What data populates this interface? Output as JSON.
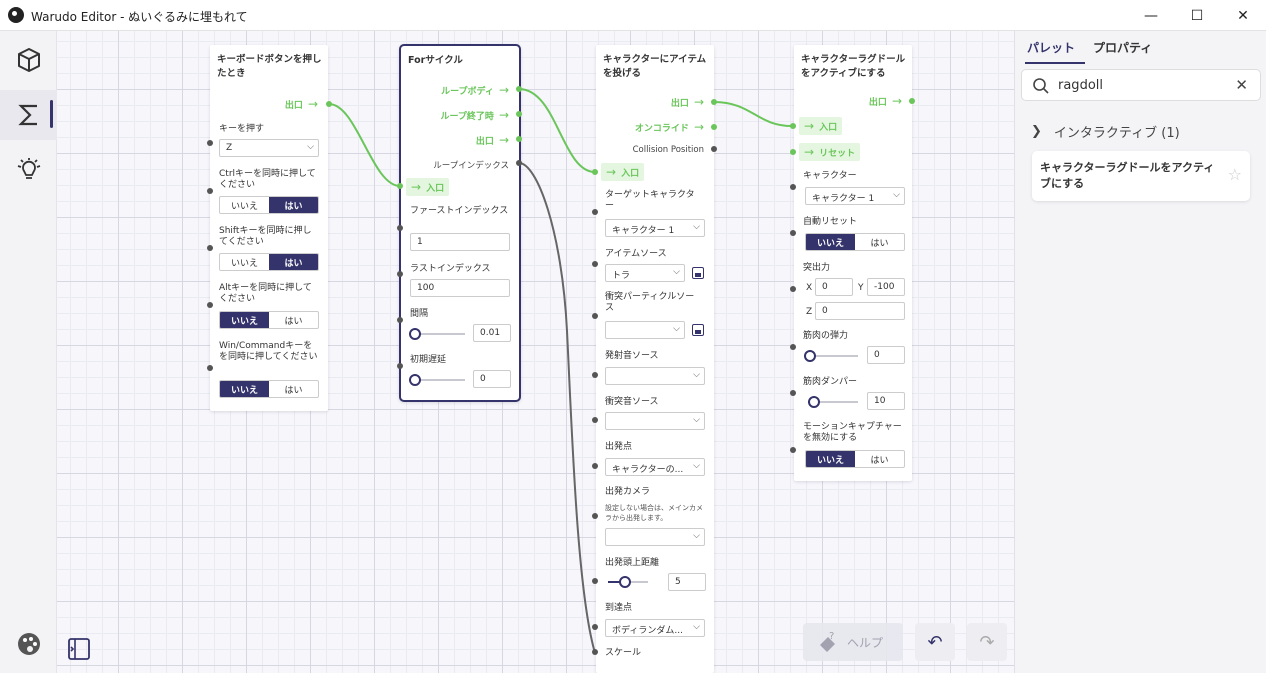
{
  "window": {
    "title": "Warudo Editor - ぬいぐるみに埋もれて",
    "minimize": "—",
    "maximize": "☐",
    "close": "✕"
  },
  "leftbar": {
    "items": [
      {
        "icon": "cube-icon"
      },
      {
        "icon": "sigma-icon",
        "active": true
      },
      {
        "icon": "lightbulb-icon"
      }
    ],
    "bottom": [
      {
        "icon": "palette-icon"
      },
      {
        "icon": "sidebar-toggle-icon"
      }
    ]
  },
  "nodes": {
    "keyboard": {
      "title": "キーボードボタンを押したとき",
      "out": "出口",
      "key_label": "キーを押す",
      "key_value": "Z",
      "ctrl_label": "Ctrlキーを同時に押してください",
      "shift_label": "Shiftキーを同時に押してください",
      "alt_label": "Altキーを同時に押してください",
      "win_label": "Win/Commandキーをを同時に押してください",
      "no": "いいえ",
      "yes": "はい"
    },
    "forloop": {
      "title": "Forサイクル",
      "loop_body": "ループボディ",
      "loop_end": "ループ終了時",
      "out": "出口",
      "loop_index": "ループインデックス",
      "in": "入口",
      "first_label": "ファーストインデックス",
      "first_value": "1",
      "last_label": "ラストインデックス",
      "last_value": "100",
      "interval_label": "間隔",
      "interval_value": "0.01",
      "delay_label": "初期遅延",
      "delay_value": "0"
    },
    "throw": {
      "title": "キャラクターにアイテムを投げる",
      "out": "出口",
      "on_collide": "オンコライド",
      "collision_pos": "Collision Position",
      "in": "入口",
      "target_label": "ターゲットキャラクター",
      "target_value": "キャラクター 1",
      "item_label": "アイテムソース",
      "item_value": "トラ",
      "particle_label": "衝突パーティクルソース",
      "launch_sound_label": "発射音ソース",
      "hit_sound_label": "衝突音ソース",
      "origin_label": "出発点",
      "origin_value": "キャラクターの...",
      "camera_label": "出発カメラ",
      "camera_note": "設定しない場合は、メインカメラから出発します。",
      "height_label": "出発頭上距離",
      "height_value": "5",
      "height_fraction": 0.42,
      "dest_label": "到達点",
      "dest_value": "ボディランダム...",
      "scale_label": "スケール"
    },
    "ragdoll": {
      "title": "キャラクターラグドールをアクティブにする",
      "out": "出口",
      "in": "入口",
      "reset": "リセット",
      "char_label": "キャラクター",
      "char_value": "キャラクター 1",
      "auto_reset_label": "自動リセット",
      "no": "いいえ",
      "yes": "はい",
      "force_label": "突出力",
      "fx_label": "X",
      "fx": "0",
      "fy_label": "Y",
      "fy": "-100",
      "fz_label": "Z",
      "fz": "0",
      "elastic_label": "筋肉の弾力",
      "elastic_value": "0",
      "damper_label": "筋肉ダンパー",
      "damper_value": "10",
      "mocap_label": "モーションキャプチャーを無効にする"
    }
  },
  "bottom": {
    "help": "ヘルプ",
    "undo": "↶",
    "redo": "↷"
  },
  "rightpanel": {
    "tab_palette": "パレット",
    "tab_properties": "プロパティ",
    "search_value": "ragdoll",
    "category": "インタラクティブ (1)",
    "result_title": "キャラクターラグドールをアクティブにする"
  },
  "colors": {
    "accent": "#34336b",
    "flow": "#6ac65a",
    "wire_data": "#555555"
  }
}
